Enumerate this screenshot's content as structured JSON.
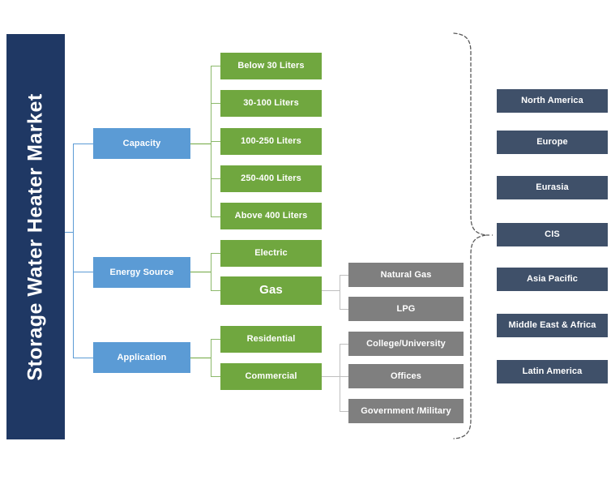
{
  "diagram": {
    "title": "Storage Water Heater Market",
    "colors": {
      "title_navy": "#1F3864",
      "segment_blue": "#5B9BD5",
      "subsegment_green": "#70A73F",
      "detail_gray": "#7F7F7F",
      "region_navy": "#3F5069",
      "background": "#FFFFFF"
    },
    "segments": [
      {
        "label": "Capacity"
      },
      {
        "label": "Energy Source"
      },
      {
        "label": "Application"
      }
    ],
    "capacity_items": [
      {
        "label": "Below 30  Liters"
      },
      {
        "label": "30-100 Liters"
      },
      {
        "label": "100-250 Liters"
      },
      {
        "label": "250-400  Liters"
      },
      {
        "label": "Above 400 Liters"
      }
    ],
    "energy_items": [
      {
        "label": "Electric"
      },
      {
        "label": "Gas"
      }
    ],
    "gas_items": [
      {
        "label": "Natural Gas"
      },
      {
        "label": "LPG"
      }
    ],
    "application_items": [
      {
        "label": "Residential"
      },
      {
        "label": "Commercial"
      }
    ],
    "commercial_items": [
      {
        "label": "College/University"
      },
      {
        "label": "Offices"
      },
      {
        "label": "Government /Military"
      }
    ],
    "regions": [
      {
        "label": "North America"
      },
      {
        "label": "Europe"
      },
      {
        "label": "Eurasia"
      },
      {
        "label": "CIS"
      },
      {
        "label": "Asia Pacific"
      },
      {
        "label": "Middle East & Africa"
      },
      {
        "label": "Latin America"
      }
    ]
  }
}
